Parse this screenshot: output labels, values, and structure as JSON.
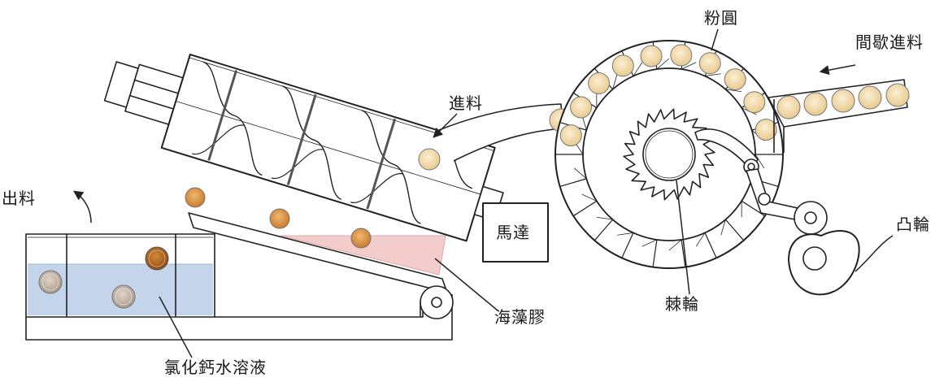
{
  "labels": {
    "outlet": "出料",
    "inlet": "進料",
    "motor": "馬達",
    "alginate": "海藻膠",
    "calcium_chloride_solution": "氯化鈣水溶液",
    "tapioca_balls": "粉圓",
    "intermittent_feed": "間歇進料",
    "ratchet_wheel": "棘輪",
    "cam": "凸輪"
  },
  "colors": {
    "line": "#222222",
    "solution_fill": "#b8cde8",
    "gel_fill": "#f2c4c4",
    "ball_light": "#f3dcb0",
    "ball_amber": "#d7924a",
    "ball_dark": "#b8661e",
    "ball_grey": "#c9b8a6"
  }
}
